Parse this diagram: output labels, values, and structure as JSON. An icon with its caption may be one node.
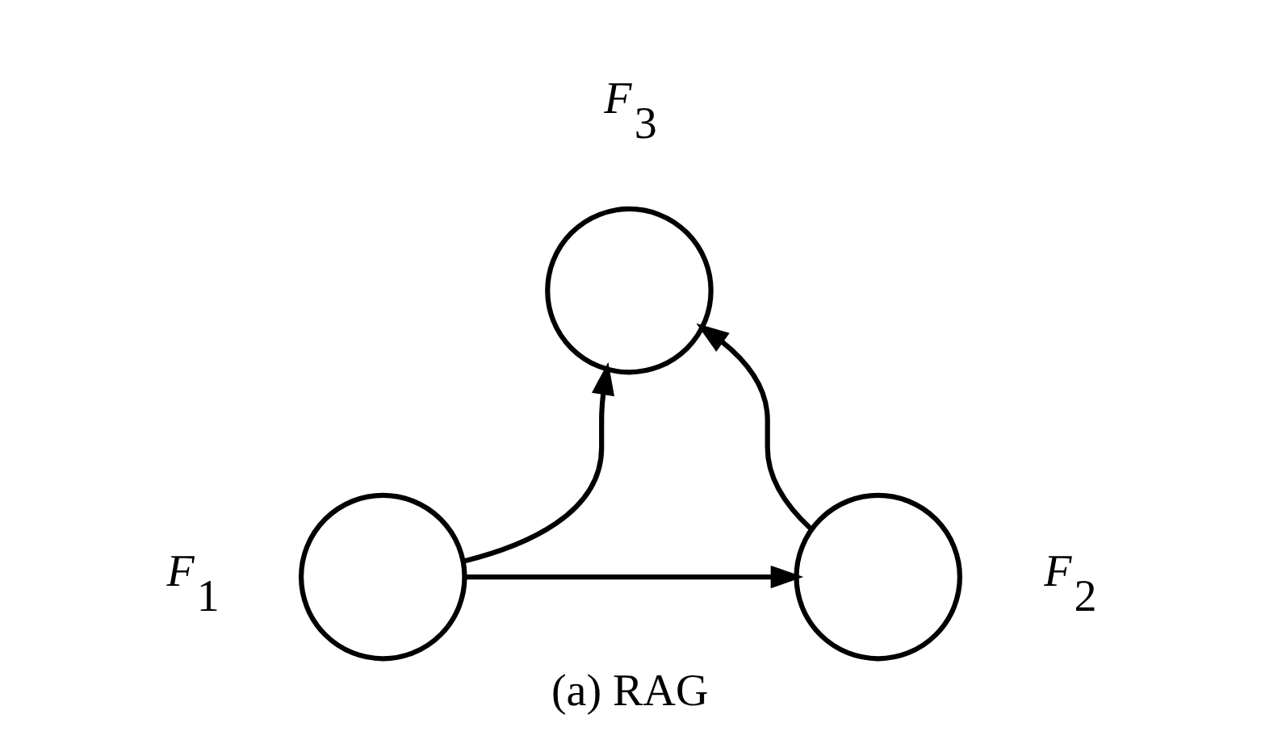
{
  "diagram": {
    "caption": "(a) RAG",
    "nodes": [
      {
        "text": [],
        "shape": "circle",
        "beside": [
          "*F*$_{3}$"
        ]
      },
      {
        "text": [],
        "shape": "circle",
        "beside": [
          "*F*$_{1}$"
        ]
      },
      {
        "text": [],
        "shape": "circle",
        "beside": [
          "*F*$_{2}$"
        ]
      }
    ],
    "edges": [
      {
        "from": 1,
        "to": 0,
        "arrow": "to"
      },
      {
        "from": 2,
        "to": 0,
        "arrow": "to"
      },
      {
        "from": 1,
        "to": 2,
        "arrow": "to"
      }
    ]
  }
}
